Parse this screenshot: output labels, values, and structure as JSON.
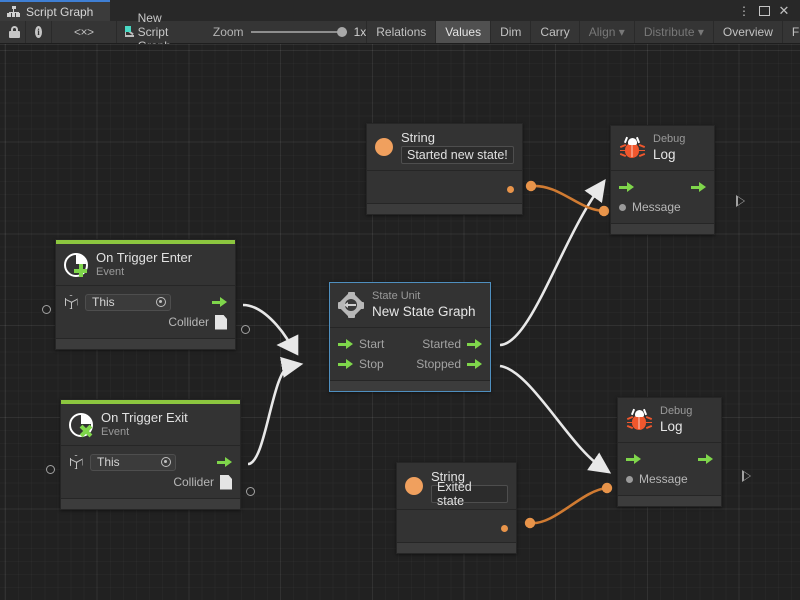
{
  "window": {
    "tab_label": "Script Graph",
    "tab_icon": "graph-hierarchy-icon",
    "controls": {
      "kebab": "⋮",
      "maximize": "maximize-icon",
      "close": "✕"
    }
  },
  "toolbar": {
    "lock_icon": "lock-icon",
    "info_icon": "info-icon",
    "code_icon": "<×>",
    "graph_name": "New Script Graph",
    "graph_icon": "script-graph-icon",
    "zoom_label": "Zoom",
    "zoom_value": "1x",
    "zoom_percent": 100,
    "buttons": [
      {
        "label": "Relations",
        "state": "normal"
      },
      {
        "label": "Values",
        "state": "active"
      },
      {
        "label": "Dim",
        "state": "normal"
      },
      {
        "label": "Carry",
        "state": "normal"
      },
      {
        "label": "Align ▾",
        "state": "disabled"
      },
      {
        "label": "Distribute ▾",
        "state": "disabled"
      },
      {
        "label": "Overview",
        "state": "normal"
      },
      {
        "label": "Full Scr",
        "state": "normal"
      }
    ]
  },
  "colors": {
    "canvas_bg": "#212121",
    "node_bg": "#333333",
    "node_footer": "#3c3c3c",
    "event_header": "#8cc63f",
    "flow_green": "#7fd64b",
    "value_orange": "#e8944a",
    "string_icon": "#f0a05e",
    "bug_orange": "#f0572d",
    "selection_blue": "#4f8fbf",
    "tab_accent": "#3f7fd4",
    "wire_flow": "#e8e8e8",
    "wire_value": "#d07b32"
  },
  "nodes": {
    "string_top": {
      "title": "String",
      "icon": "string-value-icon",
      "value": "Started new state!",
      "output_port": "value-output"
    },
    "string_bottom": {
      "title": "String",
      "icon": "string-value-icon",
      "value": "Exited state",
      "output_port": "value-output"
    },
    "debug_log_top": {
      "subtitle": "Debug",
      "title": "Log",
      "icon": "bug-icon",
      "message_label": "Message"
    },
    "debug_log_bottom": {
      "subtitle": "Debug",
      "title": "Log",
      "icon": "bug-icon",
      "message_label": "Message"
    },
    "on_trigger_enter": {
      "title": "On Trigger Enter",
      "subtitle": "Event",
      "icon": "event-plus-icon",
      "target_value": "This",
      "target_icon": "cube-icon",
      "output_label": "Collider",
      "output_icon": "collider-document-icon"
    },
    "on_trigger_exit": {
      "title": "On Trigger Exit",
      "subtitle": "Event",
      "icon": "event-cross-icon",
      "target_value": "This",
      "target_icon": "cube-icon",
      "output_label": "Collider",
      "output_icon": "collider-document-icon"
    },
    "state_unit": {
      "subtitle": "State Unit",
      "title": "New  State  Graph",
      "icon": "state-unit-icon",
      "selected": true,
      "inputs": [
        "Start",
        "Stop"
      ],
      "outputs": [
        "Started",
        "Stopped"
      ]
    }
  }
}
